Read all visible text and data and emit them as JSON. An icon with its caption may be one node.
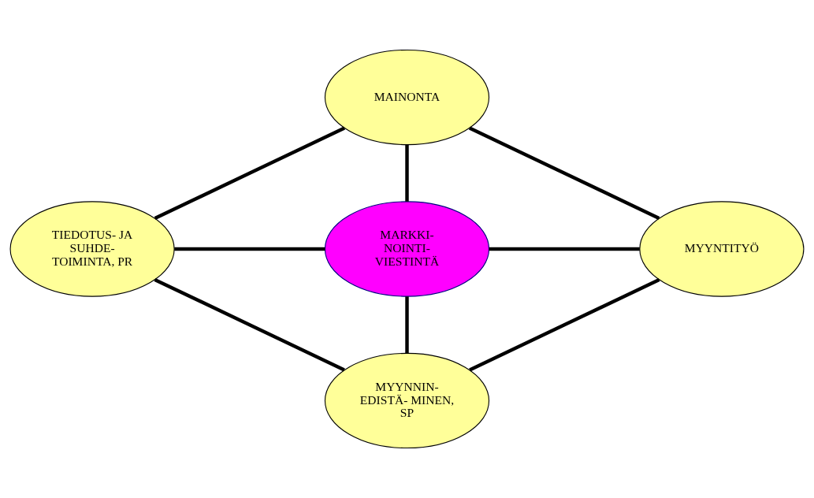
{
  "diagram": {
    "nodes": [
      {
        "text": [
          "MAINONTA"
        ]
      },
      {
        "text": [
          "TIEDOTUS- JA SUHDE- TOIMINTA, PR"
        ]
      },
      {
        "text": [
          "MARKKI- NOINTI- VIESTINTÄ"
        ]
      },
      {
        "text": [
          "MYYNTITYÖ"
        ]
      },
      {
        "text": [
          "MYYNNIN- EDISTÄ- MINEN, SP"
        ]
      }
    ],
    "edges": [
      {
        "from": 0,
        "to": 1,
        "arrow": "none"
      },
      {
        "from": 0,
        "to": 3,
        "arrow": "none"
      },
      {
        "from": 0,
        "to": 2,
        "arrow": "none"
      },
      {
        "from": 1,
        "to": 2,
        "arrow": "none"
      },
      {
        "from": 2,
        "to": 3,
        "arrow": "none"
      },
      {
        "from": 1,
        "to": 4,
        "arrow": "none"
      },
      {
        "from": 2,
        "to": 4,
        "arrow": "none"
      },
      {
        "from": 3,
        "to": 4,
        "arrow": "none"
      }
    ]
  }
}
